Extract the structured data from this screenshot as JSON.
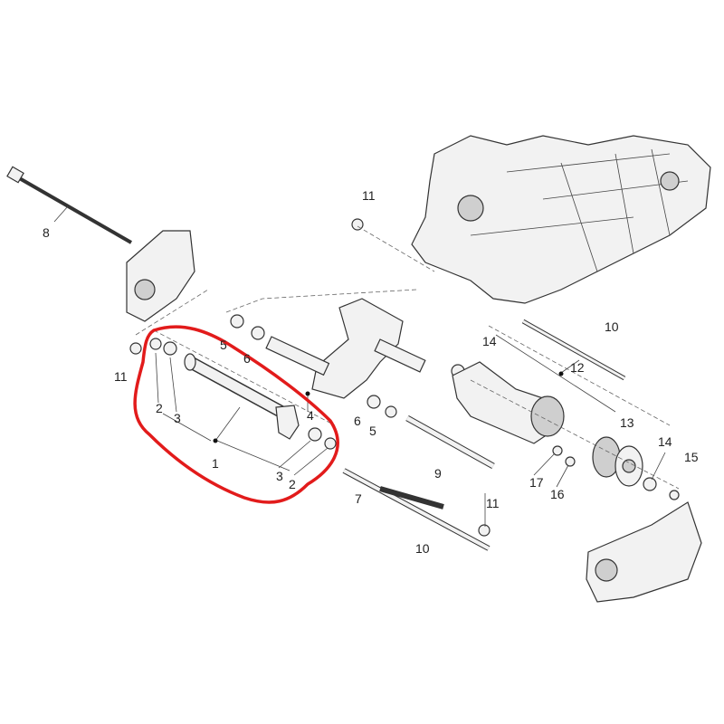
{
  "highlight_color": "#e21b1b",
  "callouts": [
    {
      "id": "c8",
      "text": "8"
    },
    {
      "id": "c11a",
      "text": "11"
    },
    {
      "id": "c10a",
      "text": "10"
    },
    {
      "id": "c12",
      "text": "12"
    },
    {
      "id": "c14a",
      "text": "14"
    },
    {
      "id": "c5a",
      "text": "5"
    },
    {
      "id": "c6a",
      "text": "6"
    },
    {
      "id": "c11b",
      "text": "11"
    },
    {
      "id": "c2a",
      "text": "2"
    },
    {
      "id": "c3a",
      "text": "3"
    },
    {
      "id": "c1",
      "text": "1"
    },
    {
      "id": "c4",
      "text": "4"
    },
    {
      "id": "c6b",
      "text": "6"
    },
    {
      "id": "c5b",
      "text": "5"
    },
    {
      "id": "c9",
      "text": "9"
    },
    {
      "id": "c3b",
      "text": "3"
    },
    {
      "id": "c2b",
      "text": "2"
    },
    {
      "id": "c7",
      "text": "7"
    },
    {
      "id": "c10b",
      "text": "10"
    },
    {
      "id": "c11c",
      "text": "11"
    },
    {
      "id": "c13",
      "text": "13"
    },
    {
      "id": "c14b",
      "text": "14"
    },
    {
      "id": "c15",
      "text": "15"
    },
    {
      "id": "c17",
      "text": "17"
    },
    {
      "id": "c16",
      "text": "16"
    }
  ]
}
